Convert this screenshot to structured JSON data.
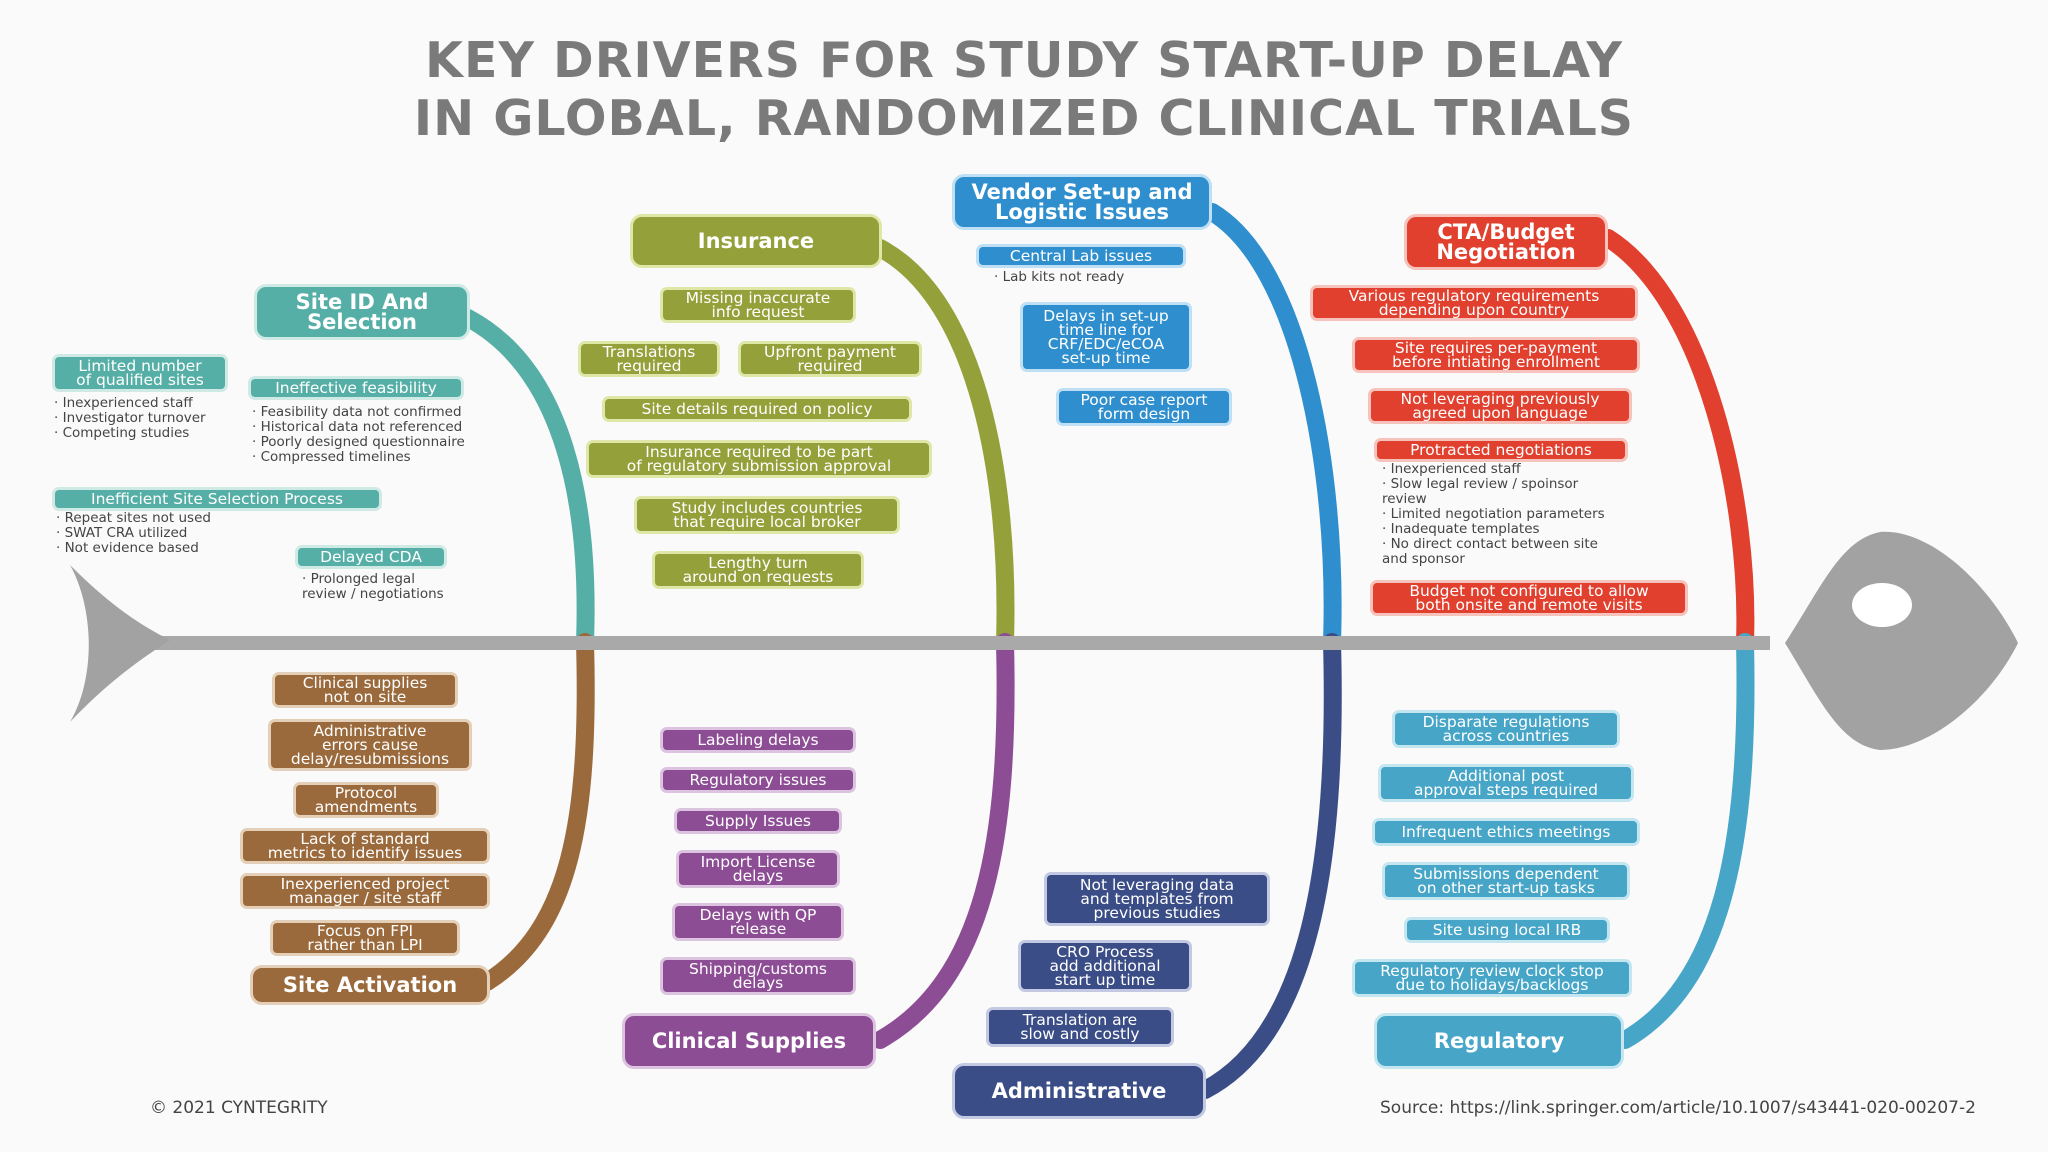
{
  "title": {
    "line1": "KEY DRIVERS FOR STUDY START-UP DELAY",
    "line2": "IN GLOBAL, RANDOMIZED CLINICAL TRIALS"
  },
  "colors": {
    "site_id": "#56afa6",
    "insurance": "#94a13a",
    "vendor": "#2f8fce",
    "cta": "#e1402f",
    "site_activation": "#9b6a3c",
    "clinical_supplies": "#8c4d94",
    "administrative": "#3b4d86",
    "regulatory": "#47a6c8",
    "spine": "#a9a9a9"
  },
  "site_id": {
    "header": "Site ID And\nSelection",
    "limited": "Limited number\nof qualified sites",
    "limited_notes": "· Inexperienced staff\n· Investigator turnover\n· Competing studies",
    "ineffective": "Ineffective feasibility",
    "ineffective_notes": "· Feasibility data not confirmed\n· Historical data not referenced\n· Poorly designed questionnaire\n· Compressed timelines",
    "inefficient": "Inefficient Site Selection Process",
    "inefficient_notes": "· Repeat sites not used\n· SWAT CRA utilized\n· Not evidence based",
    "cda": "Delayed CDA",
    "cda_notes": "· Prolonged legal\n  review / negotiations"
  },
  "insurance": {
    "header": "Insurance",
    "items": [
      "Missing inaccurate\ninfo request",
      "Translations\nrequired",
      "Upfront payment\nrequired",
      "Site details required on policy",
      "Insurance required to be part\nof regulatory submission approval",
      "Study includes countries\nthat require local broker",
      "Lengthy turn\naround on requests"
    ]
  },
  "vendor": {
    "header": "Vendor Set-up and\nLogistic Issues",
    "central_lab": "Central Lab issues",
    "central_lab_notes": "· Lab kits not ready",
    "delays": "Delays in set-up\ntime line for\nCRF/EDC/eCOA\nset-up time",
    "poor_crf": "Poor case report\nform design"
  },
  "cta": {
    "header": "CTA/Budget\nNegotiation",
    "items": [
      "Various regulatory requirements\ndepending upon country",
      "Site requires per-payment\nbefore intiating enrollment",
      "Not leveraging previously\nagreed upon language",
      "Protracted negotiations",
      "Budget not configured to allow\nboth onsite and remote visits"
    ],
    "protracted_notes": "· Inexperienced staff\n· Slow legal review / spoinsor\n  review\n· Limited negotiation parameters\n· Inadequate templates\n· No direct contact between site\n  and sponsor"
  },
  "site_activation": {
    "header": "Site Activation",
    "items": [
      "Clinical supplies\nnot on site",
      "Administrative\nerrors cause\ndelay/resubmissions",
      "Protocol\namendments",
      "Lack of standard\nmetrics to identify issues",
      "Inexperienced project\nmanager / site staff",
      "Focus on FPI\nrather than LPI"
    ]
  },
  "clinical_supplies": {
    "header": "Clinical Supplies",
    "items": [
      "Labeling delays",
      "Regulatory issues",
      "Supply Issues",
      "Import License\ndelays",
      "Delays with QP\nrelease",
      "Shipping/customs\ndelays"
    ]
  },
  "administrative": {
    "header": "Administrative",
    "items": [
      "Not leveraging data\nand templates from\nprevious studies",
      "CRO Process\nadd additional\nstart up time",
      "Translation are\nslow and costly"
    ]
  },
  "regulatory": {
    "header": "Regulatory",
    "items": [
      "Disparate regulations\nacross countries",
      "Additional post\napproval steps required",
      "Infrequent ethics meetings",
      "Submissions dependent\non other start-up tasks",
      "Site using local IRB",
      "Regulatory review clock stop\ndue to holidays/backlogs"
    ]
  },
  "footer": {
    "copyright": "© 2021 CYNTEGRITY",
    "source": "Source: https://link.springer.com/article/10.1007/s43441-020-00207-2"
  }
}
